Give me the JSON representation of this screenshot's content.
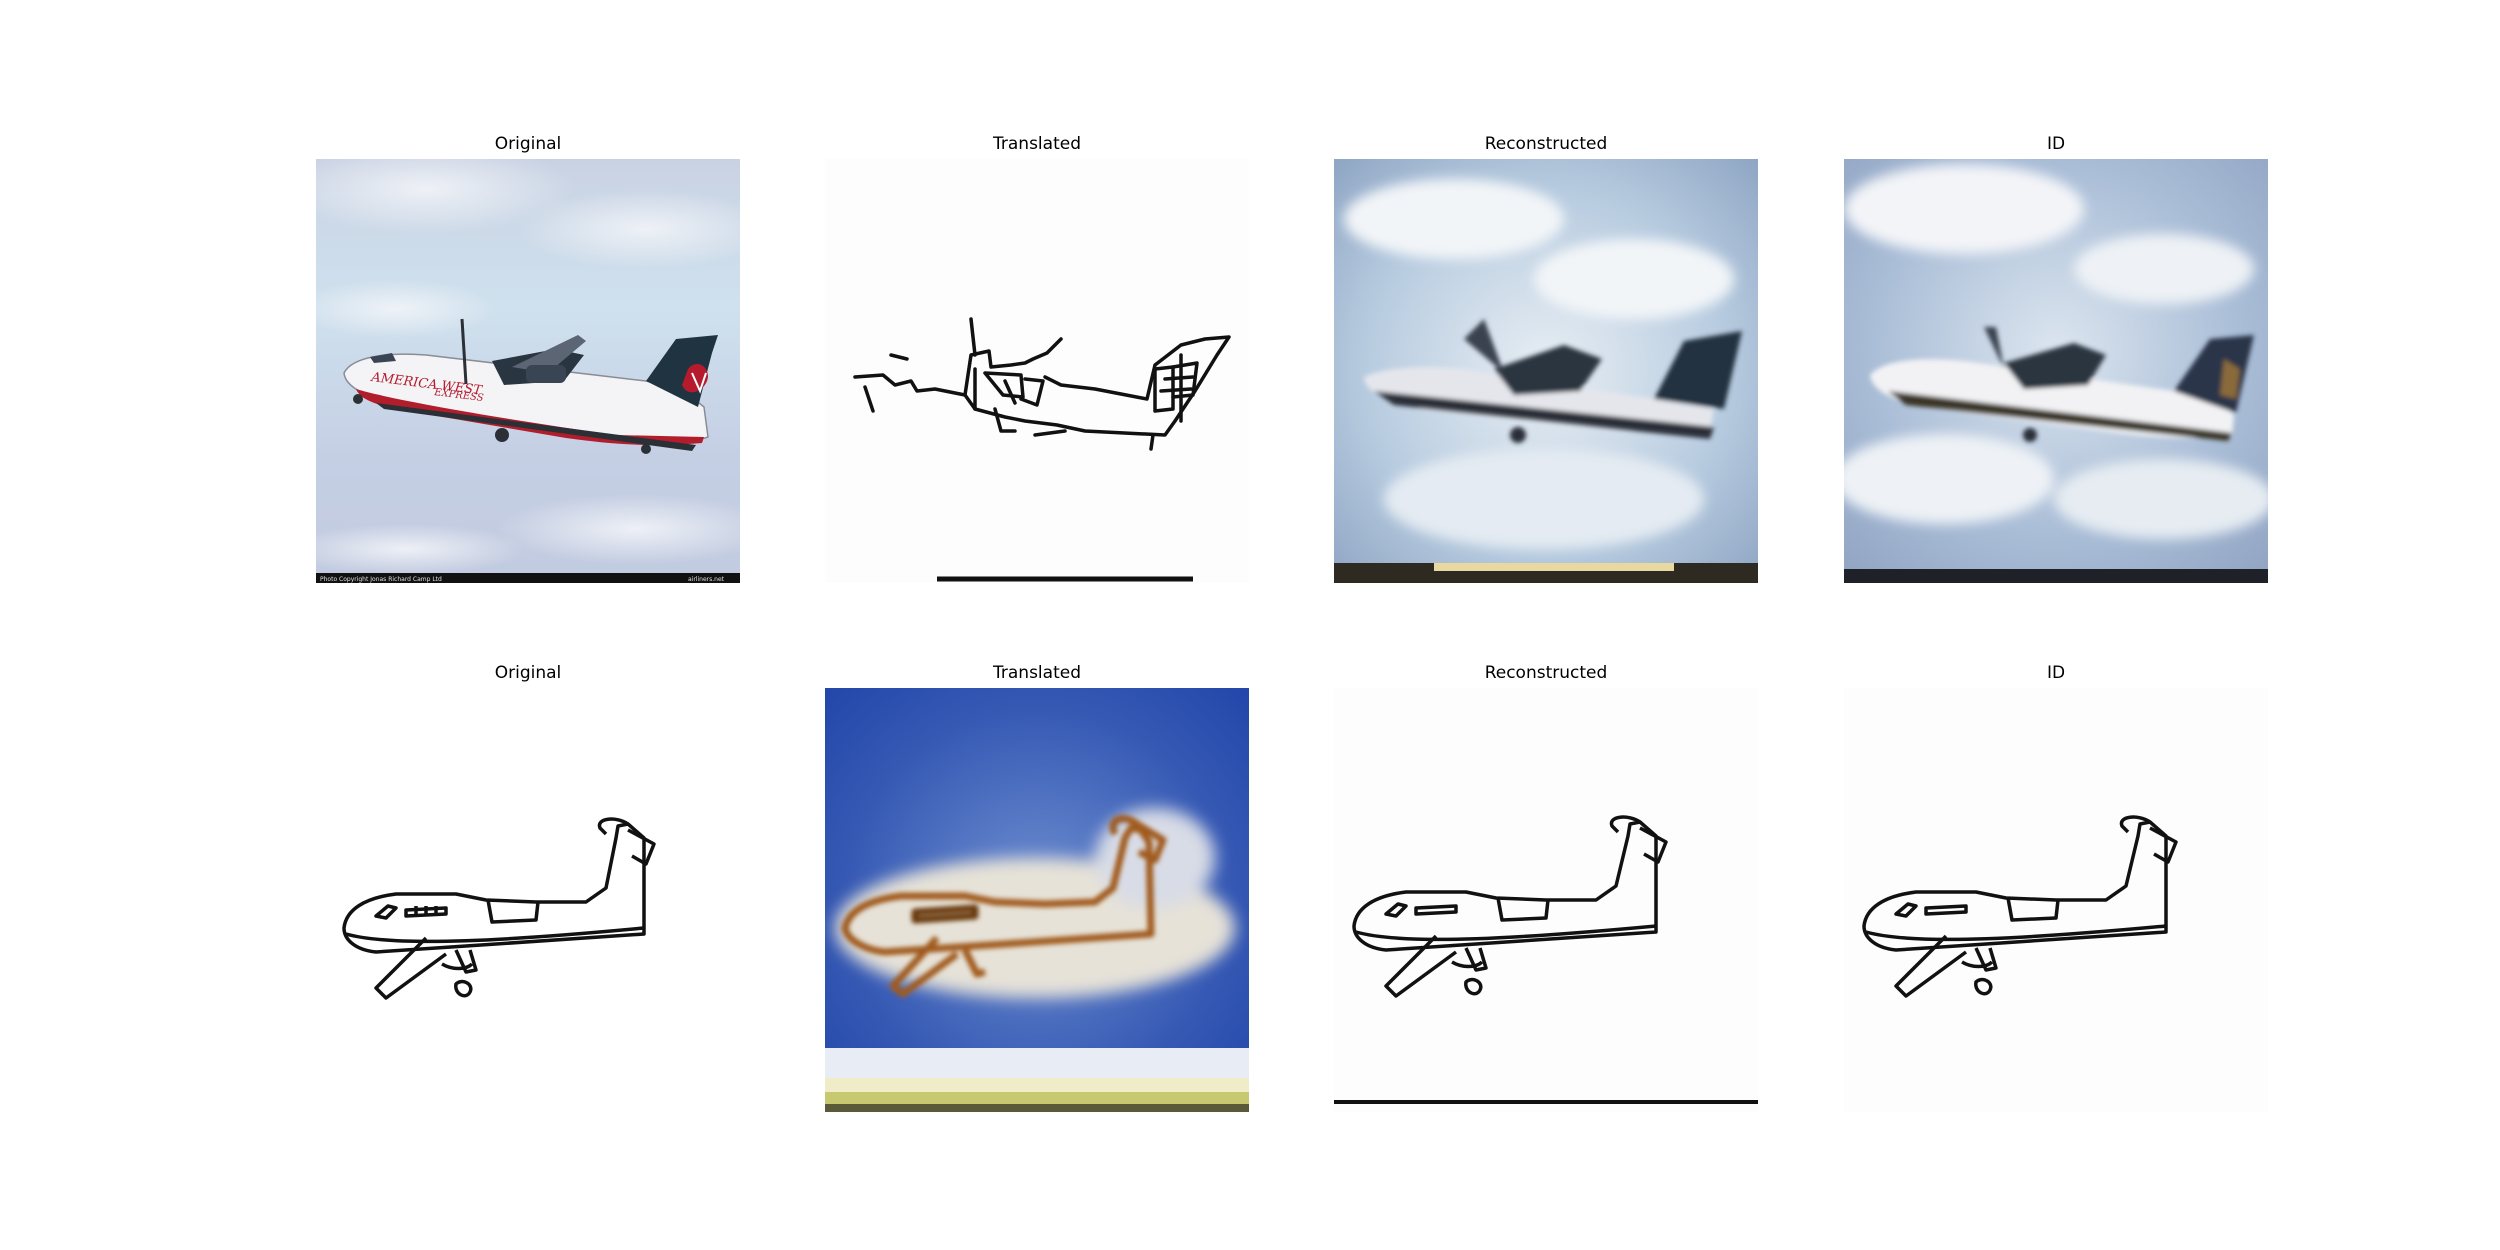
{
  "figure": {
    "rows": [
      {
        "panels": [
          {
            "title": "Original",
            "content": "photo-airplane"
          },
          {
            "title": "Translated",
            "content": "sketch-airplane"
          },
          {
            "title": "Reconstructed",
            "content": "blurry-photo-airplane"
          },
          {
            "title": "ID",
            "content": "blurry-photo-airplane"
          }
        ]
      },
      {
        "panels": [
          {
            "title": "Original",
            "content": "sketch-airplane"
          },
          {
            "title": "Translated",
            "content": "generated-photo-airplane"
          },
          {
            "title": "Reconstructed",
            "content": "sketch-airplane"
          },
          {
            "title": "ID",
            "content": "sketch-airplane"
          }
        ]
      }
    ],
    "photo_text": {
      "livery": "AMERICA WEST",
      "livery_sub": "EXPRESS",
      "credit": "Photo Copyright Jonas Richard Camp Ltd",
      "site": "airliners.net"
    }
  }
}
